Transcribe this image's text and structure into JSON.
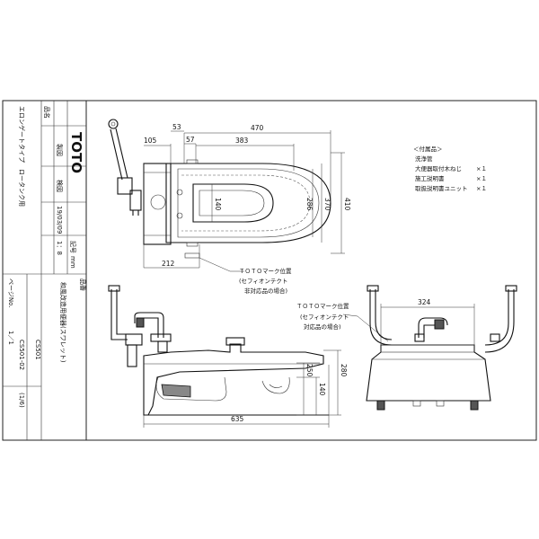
{
  "title_block": {
    "logo": "TOTO",
    "scale": "1：8",
    "unit": "mm",
    "date": "19/03/09",
    "remark": "エロンゲートタイプ　ロータンク用",
    "part_name": "和風改造用便器(スワレット)",
    "product_code": "CS501",
    "drawing_code": "CS501-02",
    "page": "1／1",
    "sheet": "(1/6)",
    "page_label": "ページNo.",
    "name_label": "品名",
    "code_label": "品番",
    "symbol_label": "記号",
    "drawer_label": "製図",
    "checker_label": "検図"
  },
  "accessories": {
    "heading": "＜付属品＞",
    "items": [
      {
        "name": "洗浄管",
        "qty": ""
      },
      {
        "name": "大便器取付木ねじ",
        "qty": "×１"
      },
      {
        "name": "施工説明書",
        "qty": "×１"
      },
      {
        "name": "取扱説明書ユニット",
        "qty": "×１"
      }
    ]
  },
  "dimensions": {
    "top_470": "470",
    "top_383": "383",
    "top_53": "53",
    "top_57": "57",
    "top_105": "105",
    "inner_140": "140",
    "side_286": "286",
    "side_370": "370",
    "side_410": "410",
    "bottom_212": "212",
    "front_635": "635",
    "front_250": "250",
    "front_280": "280",
    "front_140": "140",
    "rear_324": "324"
  },
  "notes": {
    "mark_top_line1": "ＴＯＴＯマーク位置",
    "mark_top_line2": "(セフィオンテクト",
    "mark_top_line3": "非対応品の場合)",
    "mark_front_line1": "ＴＯＴＯマーク位置",
    "mark_front_line2": "(セフィオンテクト",
    "mark_front_line3": "対応品の場合)"
  }
}
